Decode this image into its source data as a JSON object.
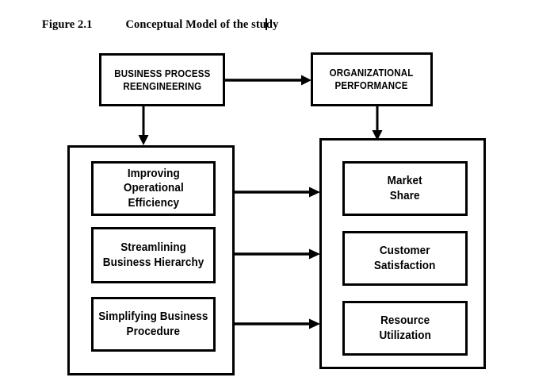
{
  "figure": {
    "number": "Figure 2.1",
    "title_before_caret": "Conceptual Model of the stu",
    "title_after_caret": "dy",
    "full_title": "Conceptual Model of the study"
  },
  "colors": {
    "stroke": "#000000",
    "background": "#ffffff",
    "text": "#000000"
  },
  "diagram": {
    "type": "conceptual-model-flow",
    "independent_variable": {
      "name": "BUSINESS PROCESS REENGINEERING",
      "label": "BUSINESS  PROCESS\nREENGINEERING"
    },
    "dependent_variable": {
      "name": "ORGANIZATIONAL PERFORMANCE",
      "label": "ORGANIZATIONAL\nPERFORMANCE"
    },
    "independent_dimensions": [
      {
        "label": "Improving\nOperational\nEfficiency"
      },
      {
        "label": "Streamlining\nBusiness  Hierarchy"
      },
      {
        "label": "Simplifying   Business\nProcedure"
      }
    ],
    "dependent_measures": [
      {
        "label": "Market\nShare"
      },
      {
        "label": "Customer\nSatisfaction"
      },
      {
        "label": "Resource\nUtilization"
      }
    ],
    "connections": [
      {
        "from": "BUSINESS PROCESS REENGINEERING",
        "to": "ORGANIZATIONAL PERFORMANCE",
        "direction": "horizontal-right"
      },
      {
        "from": "BUSINESS PROCESS REENGINEERING",
        "to": "independent-dimensions-group",
        "direction": "vertical-down"
      },
      {
        "from": "ORGANIZATIONAL PERFORMANCE",
        "to": "dependent-measures-group",
        "direction": "vertical-down"
      },
      {
        "from": "Improving Operational Efficiency",
        "to": "Market Share",
        "direction": "horizontal-right"
      },
      {
        "from": "Streamlining Business Hierarchy",
        "to": "Customer Satisfaction",
        "direction": "horizontal-right"
      },
      {
        "from": "Simplifying Business Procedure",
        "to": "Resource Utilization",
        "direction": "horizontal-right"
      }
    ]
  }
}
